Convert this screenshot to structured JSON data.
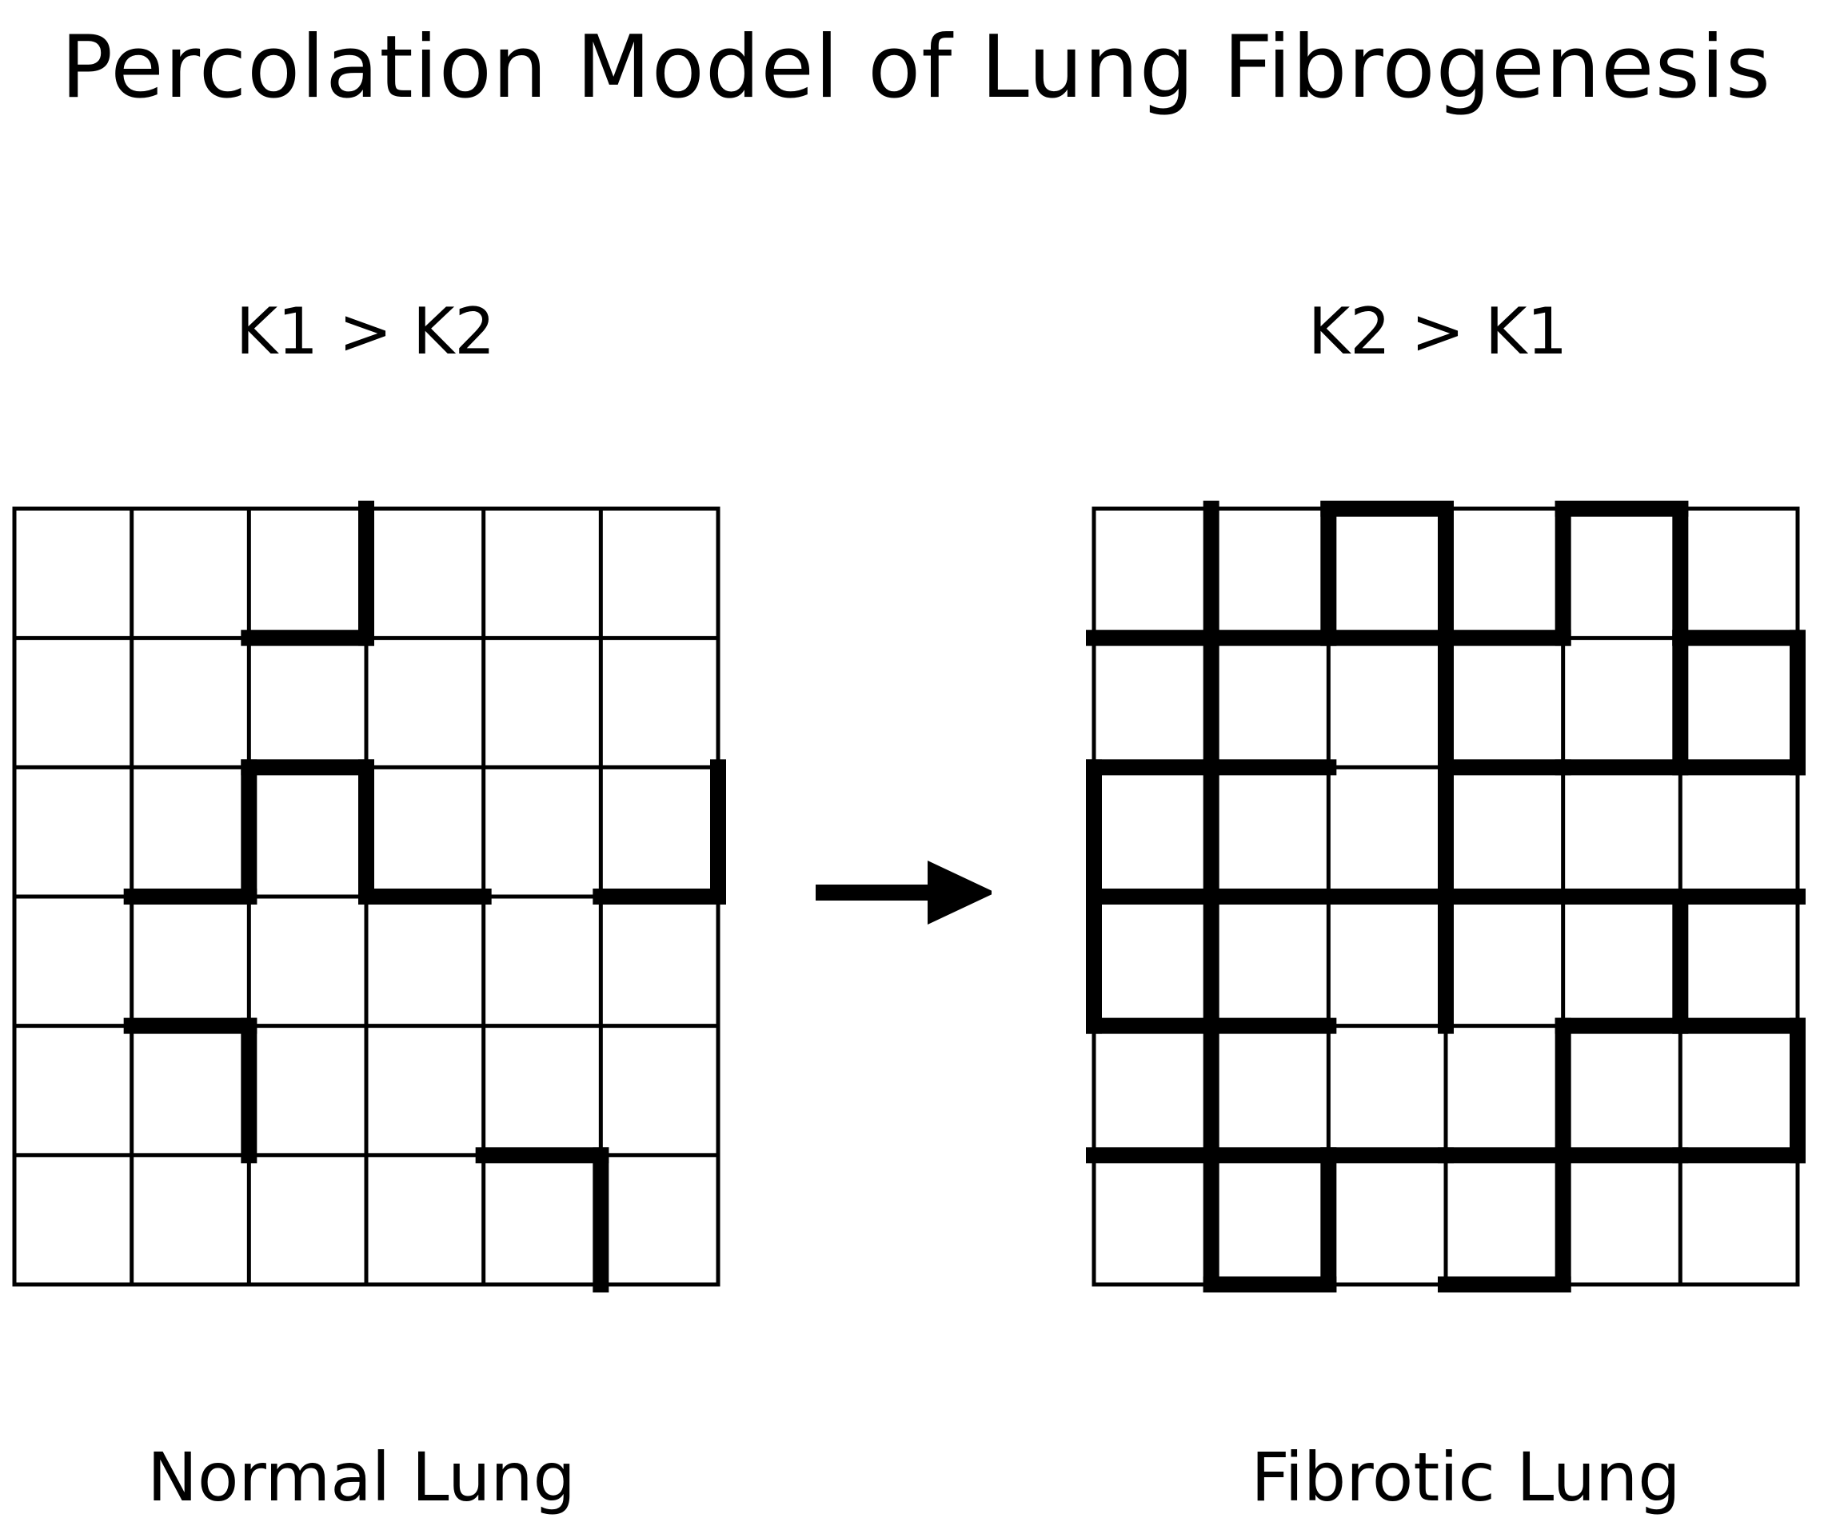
{
  "title": "Percolation Model of Lung Fibrogenesis",
  "left_panel": {
    "condition": "K1 > K2",
    "caption": "Normal Lung",
    "rows": 6,
    "cols": 6,
    "thick_edges": [
      {
        "type": "v",
        "i": 0,
        "j": 3
      },
      {
        "type": "h",
        "i": 1,
        "j": 2
      },
      {
        "type": "h",
        "i": 2,
        "j": 2
      },
      {
        "type": "v",
        "i": 2,
        "j": 2
      },
      {
        "type": "v",
        "i": 2,
        "j": 3
      },
      {
        "type": "v",
        "i": 2,
        "j": 6
      },
      {
        "type": "h",
        "i": 3,
        "j": 1
      },
      {
        "type": "h",
        "i": 3,
        "j": 3
      },
      {
        "type": "h",
        "i": 3,
        "j": 5
      },
      {
        "type": "h",
        "i": 4,
        "j": 1
      },
      {
        "type": "v",
        "i": 4,
        "j": 2
      },
      {
        "type": "h",
        "i": 5,
        "j": 4
      },
      {
        "type": "v",
        "i": 5,
        "j": 5
      }
    ]
  },
  "right_panel": {
    "condition": "K2 > K1",
    "caption": "Fibrotic Lung",
    "rows": 6,
    "cols": 6,
    "thick_edges": [
      {
        "type": "h",
        "i": 0,
        "j": 2
      },
      {
        "type": "h",
        "i": 0,
        "j": 4
      },
      {
        "type": "v",
        "i": 0,
        "j": 1
      },
      {
        "type": "v",
        "i": 0,
        "j": 2
      },
      {
        "type": "v",
        "i": 0,
        "j": 3
      },
      {
        "type": "v",
        "i": 0,
        "j": 4
      },
      {
        "type": "v",
        "i": 0,
        "j": 5
      },
      {
        "type": "h",
        "i": 1,
        "j": 0
      },
      {
        "type": "h",
        "i": 1,
        "j": 1
      },
      {
        "type": "h",
        "i": 1,
        "j": 2
      },
      {
        "type": "h",
        "i": 1,
        "j": 3
      },
      {
        "type": "h",
        "i": 1,
        "j": 5
      },
      {
        "type": "v",
        "i": 1,
        "j": 1
      },
      {
        "type": "v",
        "i": 1,
        "j": 3
      },
      {
        "type": "v",
        "i": 1,
        "j": 5
      },
      {
        "type": "v",
        "i": 1,
        "j": 6
      },
      {
        "type": "h",
        "i": 2,
        "j": 0
      },
      {
        "type": "h",
        "i": 2,
        "j": 1
      },
      {
        "type": "h",
        "i": 2,
        "j": 3
      },
      {
        "type": "h",
        "i": 2,
        "j": 4
      },
      {
        "type": "h",
        "i": 2,
        "j": 5
      },
      {
        "type": "v",
        "i": 2,
        "j": 0
      },
      {
        "type": "v",
        "i": 2,
        "j": 1
      },
      {
        "type": "v",
        "i": 2,
        "j": 3
      },
      {
        "type": "h",
        "i": 3,
        "j": 0
      },
      {
        "type": "h",
        "i": 3,
        "j": 1
      },
      {
        "type": "h",
        "i": 3,
        "j": 2
      },
      {
        "type": "h",
        "i": 3,
        "j": 3
      },
      {
        "type": "h",
        "i": 3,
        "j": 4
      },
      {
        "type": "h",
        "i": 3,
        "j": 5
      },
      {
        "type": "v",
        "i": 3,
        "j": 0
      },
      {
        "type": "v",
        "i": 3,
        "j": 1
      },
      {
        "type": "v",
        "i": 3,
        "j": 3
      },
      {
        "type": "v",
        "i": 3,
        "j": 5
      },
      {
        "type": "h",
        "i": 4,
        "j": 0
      },
      {
        "type": "h",
        "i": 4,
        "j": 1
      },
      {
        "type": "h",
        "i": 4,
        "j": 4
      },
      {
        "type": "h",
        "i": 4,
        "j": 5
      },
      {
        "type": "v",
        "i": 4,
        "j": 1
      },
      {
        "type": "v",
        "i": 4,
        "j": 4
      },
      {
        "type": "v",
        "i": 4,
        "j": 6
      },
      {
        "type": "h",
        "i": 5,
        "j": 0
      },
      {
        "type": "h",
        "i": 5,
        "j": 1
      },
      {
        "type": "h",
        "i": 5,
        "j": 2
      },
      {
        "type": "h",
        "i": 5,
        "j": 3
      },
      {
        "type": "h",
        "i": 5,
        "j": 4
      },
      {
        "type": "h",
        "i": 5,
        "j": 5
      },
      {
        "type": "v",
        "i": 5,
        "j": 1
      },
      {
        "type": "v",
        "i": 5,
        "j": 2
      },
      {
        "type": "v",
        "i": 5,
        "j": 4
      },
      {
        "type": "h",
        "i": 6,
        "j": 1
      },
      {
        "type": "h",
        "i": 6,
        "j": 3
      }
    ]
  },
  "arrow": {
    "direction": "right",
    "icon": "right-arrow-icon"
  },
  "colors": {
    "line": "#000000",
    "background": "#ffffff"
  }
}
